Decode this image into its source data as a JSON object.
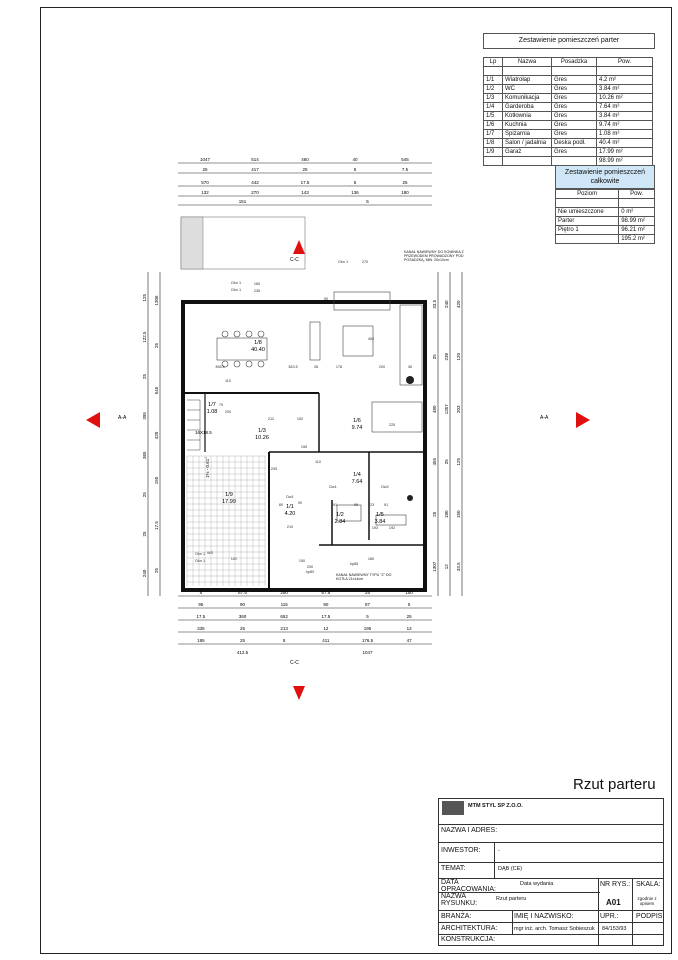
{
  "room_table": {
    "title": "Zestawienie pomieszczeń parter",
    "headers": [
      "Lp",
      "Nazwa",
      "Posadzka",
      "Pow."
    ],
    "rows": [
      [
        "1/1",
        "Wiatrołap",
        "Gres",
        "4.2 m²"
      ],
      [
        "1/2",
        "WC",
        "Gres",
        "3.84 m²"
      ],
      [
        "1/3",
        "Komunikacja",
        "Gres",
        "10.26 m²"
      ],
      [
        "1/4",
        "Garderoba",
        "Gres",
        "7.64 m²"
      ],
      [
        "1/5",
        "Kotłownia",
        "Gres",
        "3.84 m²"
      ],
      [
        "1/6",
        "Kuchnia",
        "Gres",
        "9.74 m²"
      ],
      [
        "1/7",
        "Spiżarnia",
        "Gres",
        "1.08 m²"
      ],
      [
        "1/8",
        "Salon / jadalnia",
        "Deska podł.",
        "40.4 m²"
      ],
      [
        "1/9",
        "Garaż",
        "Gres",
        "17.99 m²"
      ]
    ],
    "total": "98.99 m²"
  },
  "summary_table": {
    "title": "Zestawienie pomieszczeń całkowite",
    "headers": [
      "Poziom",
      "Pow."
    ],
    "rows": [
      [
        "Nie umieszczone",
        "0 m²"
      ],
      [
        "Parter",
        "98.99 m²"
      ],
      [
        "Piętro 1",
        "96.21 m²"
      ]
    ],
    "total": "195.2 m²"
  },
  "plan": {
    "dims_top": [
      "1047",
      "514",
      "460",
      "40",
      "545",
      "25",
      "417",
      "25",
      "5",
      "7.5",
      "570",
      "442",
      "17.5",
      "5",
      "25",
      "132",
      "270",
      "143",
      "136",
      "180",
      "151",
      "5"
    ],
    "dims_bottom": [
      "5",
      "67.5",
      "250",
      "67.5",
      "25",
      "150",
      "95",
      "90",
      "115",
      "90",
      "87",
      "5",
      "17.5",
      "360",
      "652",
      "17.5",
      "5",
      "25",
      "335",
      "25",
      "213",
      "12",
      "195",
      "12",
      "195",
      "25",
      "5",
      "411",
      "176.5",
      "47",
      "412.5",
      "1047"
    ],
    "dims_left": [
      "125",
      "122.5",
      "25",
      "395",
      "365",
      "25",
      "25",
      "240",
      "1306",
      "25",
      "545",
      "420",
      "150",
      "17.5",
      "25"
    ],
    "dims_right": [
      "33.5",
      "25",
      "480",
      "455",
      "25",
      "1307",
      "240",
      "238",
      "1357",
      "25",
      "180",
      "12",
      "420",
      "120",
      "203",
      "125",
      "150",
      "33.5"
    ],
    "rooms": [
      {
        "id": "1/8",
        "area": "40.40"
      },
      {
        "id": "1/7",
        "area": "1.08"
      },
      {
        "id": "1/3",
        "area": "10.26"
      },
      {
        "id": "1/6",
        "area": "9.74"
      },
      {
        "id": "1/4",
        "area": "7.64"
      },
      {
        "id": "1/9",
        "area": "17.99"
      },
      {
        "id": "1/1",
        "area": "4.20"
      },
      {
        "id": "1/2",
        "area": "2.84"
      },
      {
        "id": "1/5",
        "area": "3.84"
      }
    ],
    "section_a": "A-A",
    "section_c": "C-C",
    "stairs": "16X18.5",
    "slope": "1% - 0.61°",
    "notes": {
      "chimney": "KANAŁ NAWIEWNY DO KOMINKA Z PRZEWODEM PROWADZONY POD POSADZKĄ, MIN. 20x10cm",
      "boiler": "KANAŁ NAWIEWNY TYPU \"Z\" DO KOTŁA 21x14cm"
    },
    "misc_labels": [
      "Okn 1",
      "Okn 1",
      "Okn 1",
      "90",
      "452",
      "110",
      "358.5",
      "363.5",
      "28",
      "178",
      "200",
      "36",
      "212",
      "152",
      "155",
      "110",
      "205",
      "225",
      "70",
      "200",
      "Dw1",
      "80",
      "Dw1",
      "Dw2",
      "90",
      "210",
      "91",
      "95",
      "23",
      "91",
      "193",
      "192",
      "150",
      "Okn 1",
      "Okn 1",
      "WS",
      "UG",
      "200",
      "180",
      "hp85",
      "hp80",
      "160",
      "235",
      "270"
    ]
  },
  "sheet_title": "Rzut parteru",
  "title_block": {
    "company": "MTM STYL SP Z.O.O.",
    "name_address_label": "NAZWA I ADRES:",
    "investor_label": "INWESTOR:",
    "investor_value": "-",
    "subject_label": "TEMAT:",
    "subject_value": "DĄB (CE)",
    "date_label": "DATA OPRACOWANIA:",
    "date_value": "Data wydania",
    "sheet_no_label": "NR RYS.:",
    "scale_label": "SKALA:",
    "drawing_name_label": "NAZWA RYSUNKU:",
    "drawing_name_value": "Rzut parteru",
    "sheet_no_value": "A01",
    "scale_value": "zgodnie z opisem",
    "branch_label": "BRANŻA:",
    "person_label": "IMIĘ I NAZWISKO:",
    "license_label": "UPR.:",
    "signature_label": "PODPIS:",
    "architecture_label": "ARCHITEKTURA:",
    "architecture_person": "mgr inż. arch. Tomasz Sobieszuk",
    "architecture_license": "84/153/93",
    "construction_label": "KONSTRUKCJA:"
  }
}
